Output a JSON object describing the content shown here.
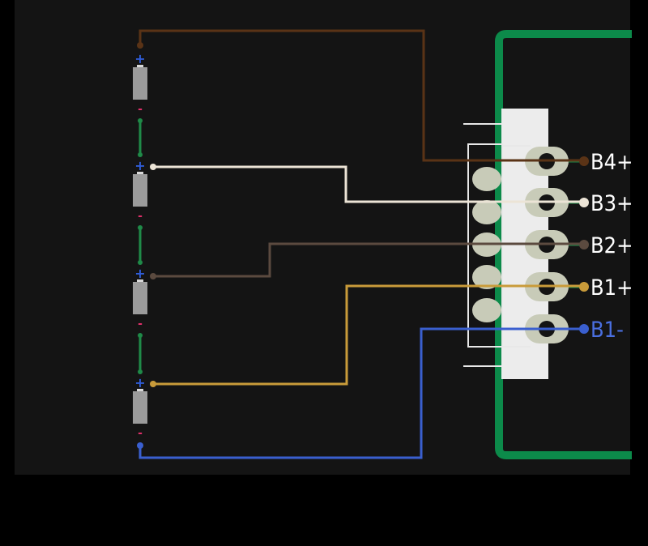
{
  "colors": {
    "background": "#000000",
    "panel": "#141414",
    "board_outline": "#0c8a4a",
    "cell_body": "#9b9b9b",
    "cell_link": "#1f8a48",
    "plus_sign": "#2f5cd6",
    "minus_sign": "#e0306a",
    "connector": "#e8e8e8",
    "pad": "#c8cbb8"
  },
  "cells": [
    {
      "plus": "+",
      "minus": "-"
    },
    {
      "plus": "+",
      "minus": "-"
    },
    {
      "plus": "+",
      "minus": "-"
    },
    {
      "plus": "+",
      "minus": "-"
    }
  ],
  "pins": [
    {
      "label": "B4+",
      "color": "#5a3316",
      "label_color": "#ffffff"
    },
    {
      "label": "B3+",
      "color": "#ece4d6",
      "label_color": "#ffffff"
    },
    {
      "label": "B2+",
      "color": "#5b4a3f",
      "label_color": "#ffffff"
    },
    {
      "label": "B1+",
      "color": "#c99b3a",
      "label_color": "#ffffff"
    },
    {
      "label": "B1-",
      "color": "#3a5fcf",
      "label_color": "#4a6fe0"
    }
  ]
}
